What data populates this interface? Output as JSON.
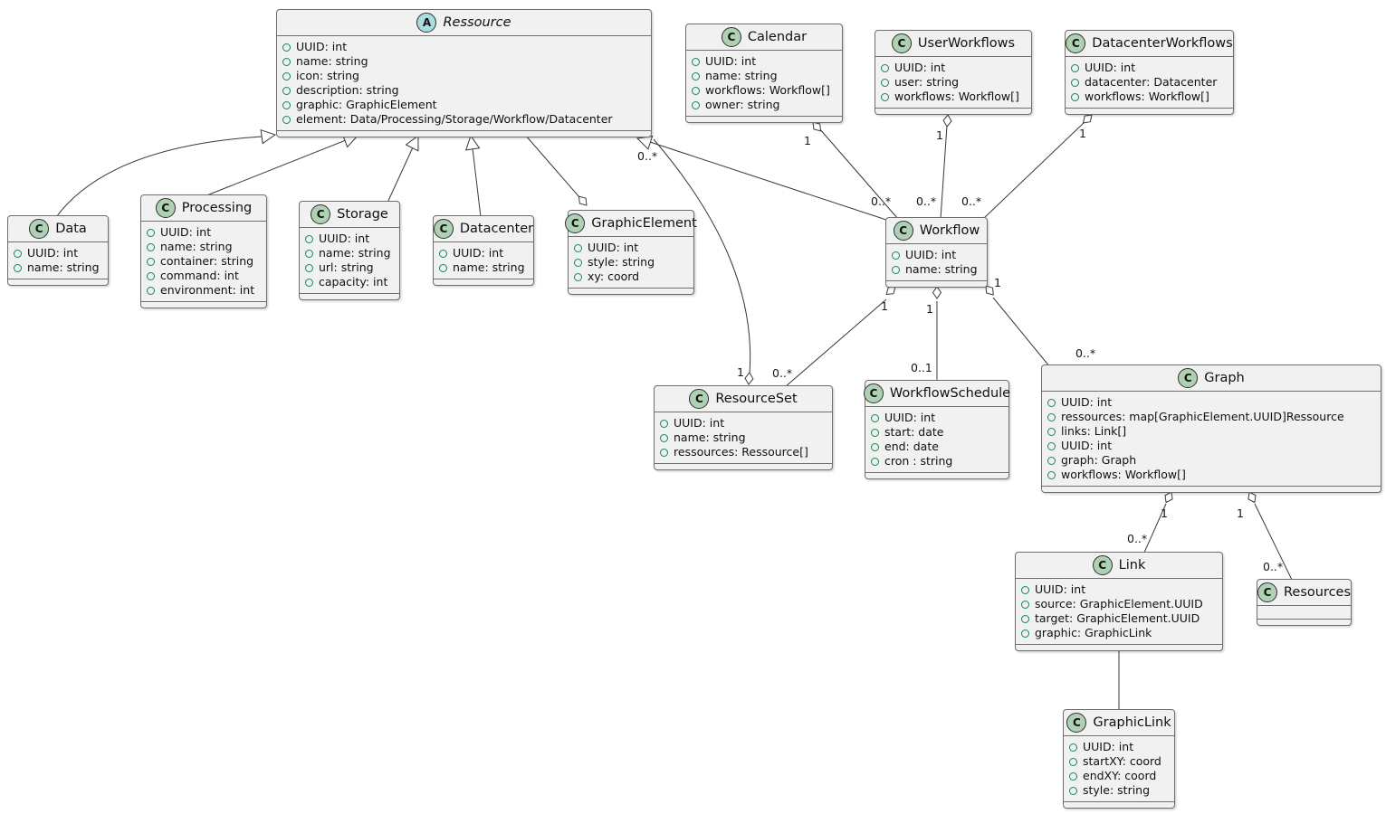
{
  "diagram": {
    "type": "uml-class-diagram",
    "colors": {
      "class_icon_bg": "#ADD1B2",
      "abstract_icon_bg": "#A9DCDF",
      "box_bg": "#F1F1F1",
      "box_border": "#6e6e6e",
      "edge_color": "#383838",
      "field_dot": "#0E8A4D"
    },
    "classes": [
      {
        "id": "Ressource",
        "name": "Ressource",
        "icon_letter": "A",
        "abstract": true,
        "attributes": [
          "UUID: int",
          "name: string",
          "icon: string",
          "description: string",
          "graphic: GraphicElement",
          "element: Data/Processing/Storage/Workflow/Datacenter"
        ]
      },
      {
        "id": "Calendar",
        "name": "Calendar",
        "icon_letter": "C",
        "abstract": false,
        "attributes": [
          "UUID: int",
          "name: string",
          "workflows: Workflow[]",
          "owner: string"
        ]
      },
      {
        "id": "UserWorkflows",
        "name": "UserWorkflows",
        "icon_letter": "C",
        "abstract": false,
        "attributes": [
          "UUID: int",
          "user: string",
          "workflows: Workflow[]"
        ]
      },
      {
        "id": "DatacenterWorkflows",
        "name": "DatacenterWorkflows",
        "icon_letter": "C",
        "abstract": false,
        "attributes": [
          "UUID: int",
          "datacenter: Datacenter",
          "workflows: Workflow[]"
        ]
      },
      {
        "id": "Data",
        "name": "Data",
        "icon_letter": "C",
        "abstract": false,
        "attributes": [
          "UUID: int",
          "name: string"
        ]
      },
      {
        "id": "Processing",
        "name": "Processing",
        "icon_letter": "C",
        "abstract": false,
        "attributes": [
          "UUID: int",
          "name: string",
          "container: string",
          "command: int",
          "environment: int"
        ]
      },
      {
        "id": "Storage",
        "name": "Storage",
        "icon_letter": "C",
        "abstract": false,
        "attributes": [
          "UUID: int",
          "name: string",
          "url: string",
          "capacity: int"
        ]
      },
      {
        "id": "Datacenter",
        "name": "Datacenter",
        "icon_letter": "C",
        "abstract": false,
        "attributes": [
          "UUID: int",
          "name: string"
        ]
      },
      {
        "id": "GraphicElement",
        "name": "GraphicElement",
        "icon_letter": "C",
        "abstract": false,
        "attributes": [
          "UUID: int",
          "style: string",
          "xy: coord"
        ]
      },
      {
        "id": "Workflow",
        "name": "Workflow",
        "icon_letter": "C",
        "abstract": false,
        "attributes": [
          "UUID: int",
          "name: string"
        ]
      },
      {
        "id": "ResourceSet",
        "name": "ResourceSet",
        "icon_letter": "C",
        "abstract": false,
        "attributes": [
          "UUID: int",
          "name: string",
          "ressources: Ressource[]"
        ]
      },
      {
        "id": "WorkflowSchedule",
        "name": "WorkflowSchedule",
        "icon_letter": "C",
        "abstract": false,
        "attributes": [
          "UUID: int",
          "start: date",
          "end: date",
          "cron : string"
        ]
      },
      {
        "id": "Graph",
        "name": "Graph",
        "icon_letter": "C",
        "abstract": false,
        "attributes": [
          "UUID: int",
          "ressources: map[GraphicElement.UUID]Ressource",
          "links: Link[]",
          "UUID: int",
          "graph: Graph",
          "workflows: Workflow[]"
        ]
      },
      {
        "id": "Link",
        "name": "Link",
        "icon_letter": "C",
        "abstract": false,
        "attributes": [
          "UUID: int",
          "source: GraphicElement.UUID",
          "target: GraphicElement.UUID",
          "graphic: GraphicLink"
        ]
      },
      {
        "id": "Resources",
        "name": "Resources",
        "icon_letter": "C",
        "abstract": false,
        "attributes": []
      },
      {
        "id": "GraphicLink",
        "name": "GraphicLink",
        "icon_letter": "C",
        "abstract": false,
        "attributes": [
          "UUID: int",
          "startXY: coord",
          "endXY: coord",
          "style: string"
        ]
      }
    ],
    "edges": [
      {
        "id": "data-ressource",
        "from": "Data",
        "to": "Ressource",
        "type": "inheritance",
        "labels": []
      },
      {
        "id": "processing-ressource",
        "from": "Processing",
        "to": "Ressource",
        "type": "inheritance",
        "labels": []
      },
      {
        "id": "storage-ressource",
        "from": "Storage",
        "to": "Ressource",
        "type": "inheritance",
        "labels": []
      },
      {
        "id": "datacenter-ressource",
        "from": "Datacenter",
        "to": "Ressource",
        "type": "inheritance",
        "labels": []
      },
      {
        "id": "workflow-ressource",
        "from": "Workflow",
        "to": "Ressource",
        "type": "inheritance",
        "labels": []
      },
      {
        "id": "ressource-graphicelement",
        "from": "Ressource",
        "to": "GraphicElement",
        "type": "aggregation",
        "labels": []
      },
      {
        "id": "resourceset-ressource",
        "from": "ResourceSet",
        "to": "Ressource",
        "type": "aggregation",
        "labels": [
          "1",
          "0..*"
        ]
      },
      {
        "id": "calendar-workflow",
        "from": "Calendar",
        "to": "Workflow",
        "type": "aggregation",
        "labels": [
          "1",
          "0..*"
        ]
      },
      {
        "id": "userworkflows-workflow",
        "from": "UserWorkflows",
        "to": "Workflow",
        "type": "aggregation",
        "labels": [
          "1",
          "0..*"
        ]
      },
      {
        "id": "datacenterworkflows-workflow",
        "from": "DatacenterWorkflows",
        "to": "Workflow",
        "type": "aggregation",
        "labels": [
          "1",
          "0..*"
        ]
      },
      {
        "id": "workflow-resourceset",
        "from": "Workflow",
        "to": "ResourceSet",
        "type": "aggregation",
        "labels": [
          "1",
          "0..*"
        ]
      },
      {
        "id": "workflow-workflowschedule",
        "from": "Workflow",
        "to": "WorkflowSchedule",
        "type": "aggregation",
        "labels": [
          "1",
          "0..1"
        ]
      },
      {
        "id": "workflow-graph",
        "from": "Workflow",
        "to": "Graph",
        "type": "aggregation",
        "labels": [
          "1",
          "0..*"
        ]
      },
      {
        "id": "graph-link",
        "from": "Graph",
        "to": "Link",
        "type": "aggregation",
        "labels": [
          "1",
          "0..*"
        ]
      },
      {
        "id": "graph-resources",
        "from": "Graph",
        "to": "Resources",
        "type": "aggregation",
        "labels": [
          "1",
          "0..*"
        ]
      },
      {
        "id": "link-graphiclink",
        "from": "Link",
        "to": "GraphicLink",
        "type": "association",
        "labels": []
      }
    ]
  }
}
